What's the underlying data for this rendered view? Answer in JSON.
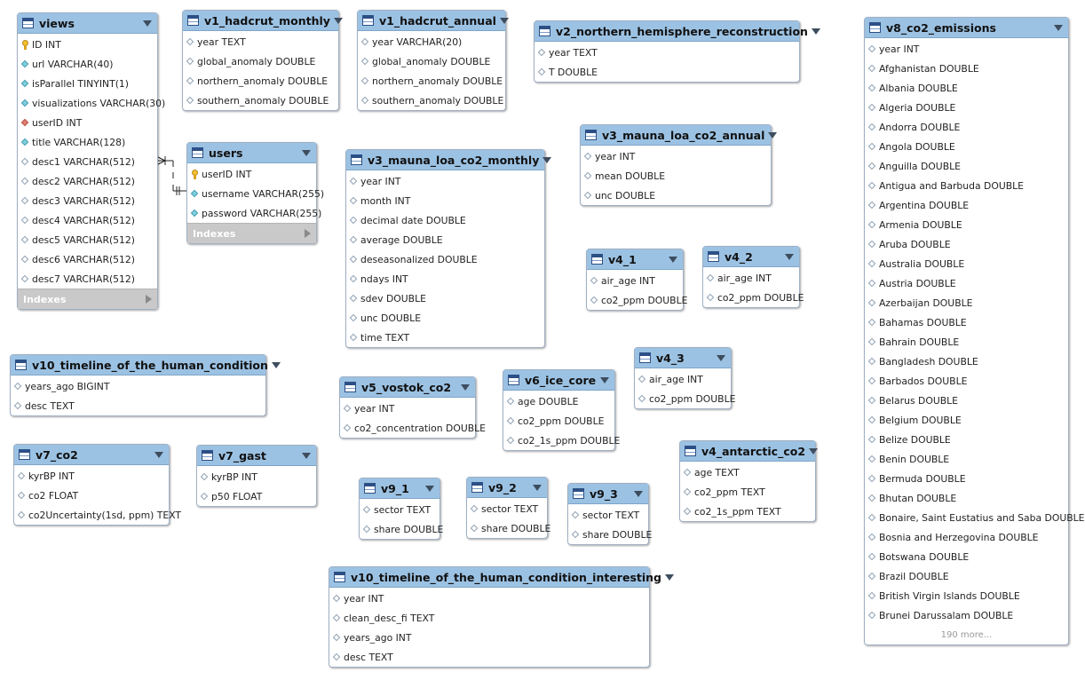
{
  "tables": [
    {
      "id": "views",
      "name": "views",
      "columns": [
        {
          "text": "ID INT",
          "icon": "primary-key"
        },
        {
          "text": "url VARCHAR(40)",
          "icon": "column-filled"
        },
        {
          "text": "isParallel TINYINT(1)",
          "icon": "column-filled"
        },
        {
          "text": "visualizations VARCHAR(30)",
          "icon": "column-filled"
        },
        {
          "text": "userID INT",
          "icon": "foreign-key"
        },
        {
          "text": "title VARCHAR(128)",
          "icon": "column-filled"
        },
        {
          "text": "desc1 VARCHAR(512)",
          "icon": "column"
        },
        {
          "text": "desc2 VARCHAR(512)",
          "icon": "column"
        },
        {
          "text": "desc3 VARCHAR(512)",
          "icon": "column"
        },
        {
          "text": "desc4 VARCHAR(512)",
          "icon": "column"
        },
        {
          "text": "desc5 VARCHAR(512)",
          "icon": "column"
        },
        {
          "text": "desc6 VARCHAR(512)",
          "icon": "column"
        },
        {
          "text": "desc7 VARCHAR(512)",
          "icon": "column"
        }
      ],
      "indexes": "Indexes"
    },
    {
      "id": "v1_hadcrut_monthly",
      "name": "v1_hadcrut_monthly",
      "columns": [
        {
          "text": "year TEXT",
          "icon": "column"
        },
        {
          "text": "global_anomaly DOUBLE",
          "icon": "column"
        },
        {
          "text": "northern_anomaly DOUBLE",
          "icon": "column"
        },
        {
          "text": "southern_anomaly DOUBLE",
          "icon": "column"
        }
      ]
    },
    {
      "id": "v1_hadcrut_annual",
      "name": "v1_hadcrut_annual",
      "columns": [
        {
          "text": "year VARCHAR(20)",
          "icon": "column"
        },
        {
          "text": "global_anomaly DOUBLE",
          "icon": "column"
        },
        {
          "text": "northern_anomaly DOUBLE",
          "icon": "column"
        },
        {
          "text": "southern_anomaly DOUBLE",
          "icon": "column"
        }
      ]
    },
    {
      "id": "v2_northern_hemisphere_reconstruction",
      "name": "v2_northern_hemisphere_reconstruction",
      "columns": [
        {
          "text": "year TEXT",
          "icon": "column"
        },
        {
          "text": "T DOUBLE",
          "icon": "column"
        }
      ]
    },
    {
      "id": "users",
      "name": "users",
      "columns": [
        {
          "text": "userID INT",
          "icon": "primary-key"
        },
        {
          "text": "username VARCHAR(255)",
          "icon": "column-filled"
        },
        {
          "text": "password VARCHAR(255)",
          "icon": "column-filled"
        }
      ],
      "indexes": "Indexes"
    },
    {
      "id": "v3_mauna_loa_co2_monthly",
      "name": "v3_mauna_loa_co2_monthly",
      "columns": [
        {
          "text": "year INT",
          "icon": "column"
        },
        {
          "text": "month INT",
          "icon": "column"
        },
        {
          "text": "decimal date DOUBLE",
          "icon": "column"
        },
        {
          "text": "average DOUBLE",
          "icon": "column"
        },
        {
          "text": "deseasonalized DOUBLE",
          "icon": "column"
        },
        {
          "text": "ndays INT",
          "icon": "column"
        },
        {
          "text": "sdev DOUBLE",
          "icon": "column"
        },
        {
          "text": "unc DOUBLE",
          "icon": "column"
        },
        {
          "text": "time TEXT",
          "icon": "column"
        }
      ]
    },
    {
      "id": "v3_mauna_loa_co2_annual",
      "name": "v3_mauna_loa_co2_annual",
      "columns": [
        {
          "text": "year INT",
          "icon": "column"
        },
        {
          "text": "mean DOUBLE",
          "icon": "column"
        },
        {
          "text": "unc DOUBLE",
          "icon": "column"
        }
      ]
    },
    {
      "id": "v4_1",
      "name": "v4_1",
      "columns": [
        {
          "text": "air_age INT",
          "icon": "column"
        },
        {
          "text": "co2_ppm DOUBLE",
          "icon": "column"
        }
      ]
    },
    {
      "id": "v4_2",
      "name": "v4_2",
      "columns": [
        {
          "text": "air_age INT",
          "icon": "column"
        },
        {
          "text": "co2_ppm DOUBLE",
          "icon": "column"
        }
      ]
    },
    {
      "id": "v4_3",
      "name": "v4_3",
      "columns": [
        {
          "text": "air_age INT",
          "icon": "column"
        },
        {
          "text": "co2_ppm DOUBLE",
          "icon": "column"
        }
      ]
    },
    {
      "id": "v10_timeline_of_the_human_condition",
      "name": "v10_timeline_of_the_human_condition",
      "columns": [
        {
          "text": "years_ago BIGINT",
          "icon": "column"
        },
        {
          "text": "desc TEXT",
          "icon": "column"
        }
      ]
    },
    {
      "id": "v5_vostok_co2",
      "name": "v5_vostok_co2",
      "columns": [
        {
          "text": "year INT",
          "icon": "column"
        },
        {
          "text": "co2_concentration DOUBLE",
          "icon": "column"
        }
      ]
    },
    {
      "id": "v6_ice_core",
      "name": "v6_ice_core",
      "columns": [
        {
          "text": "age DOUBLE",
          "icon": "column"
        },
        {
          "text": "co2_ppm DOUBLE",
          "icon": "column"
        },
        {
          "text": "co2_1s_ppm DOUBLE",
          "icon": "column"
        }
      ]
    },
    {
      "id": "v4_antarctic_co2",
      "name": "v4_antarctic_co2",
      "columns": [
        {
          "text": "age TEXT",
          "icon": "column"
        },
        {
          "text": "co2_ppm TEXT",
          "icon": "column"
        },
        {
          "text": "co2_1s_ppm TEXT",
          "icon": "column"
        }
      ]
    },
    {
      "id": "v7_co2",
      "name": "v7_co2",
      "columns": [
        {
          "text": "kyrBP INT",
          "icon": "column"
        },
        {
          "text": "co2 FLOAT",
          "icon": "column"
        },
        {
          "text": "co2Uncertainty(1sd, ppm) TEXT",
          "icon": "column"
        }
      ]
    },
    {
      "id": "v7_gast",
      "name": "v7_gast",
      "columns": [
        {
          "text": "kyrBP INT",
          "icon": "column"
        },
        {
          "text": "p50 FLOAT",
          "icon": "column"
        }
      ]
    },
    {
      "id": "v9_1",
      "name": "v9_1",
      "columns": [
        {
          "text": "sector TEXT",
          "icon": "column"
        },
        {
          "text": "share DOUBLE",
          "icon": "column"
        }
      ]
    },
    {
      "id": "v9_2",
      "name": "v9_2",
      "columns": [
        {
          "text": "sector TEXT",
          "icon": "column"
        },
        {
          "text": "share DOUBLE",
          "icon": "column"
        }
      ]
    },
    {
      "id": "v9_3",
      "name": "v9_3",
      "columns": [
        {
          "text": "sector TEXT",
          "icon": "column"
        },
        {
          "text": "share DOUBLE",
          "icon": "column"
        }
      ]
    },
    {
      "id": "v10_timeline_of_the_human_condition_interesting",
      "name": "v10_timeline_of_the_human_condition_interesting",
      "columns": [
        {
          "text": "year INT",
          "icon": "column"
        },
        {
          "text": "clean_desc_fi TEXT",
          "icon": "column"
        },
        {
          "text": "years_ago INT",
          "icon": "column"
        },
        {
          "text": "desc TEXT",
          "icon": "column"
        }
      ]
    },
    {
      "id": "v8_co2_emissions",
      "name": "v8_co2_emissions",
      "columns": [
        {
          "text": "year INT",
          "icon": "column"
        },
        {
          "text": "Afghanistan DOUBLE",
          "icon": "column"
        },
        {
          "text": "Albania DOUBLE",
          "icon": "column"
        },
        {
          "text": "Algeria DOUBLE",
          "icon": "column"
        },
        {
          "text": "Andorra DOUBLE",
          "icon": "column"
        },
        {
          "text": "Angola DOUBLE",
          "icon": "column"
        },
        {
          "text": "Anguilla DOUBLE",
          "icon": "column"
        },
        {
          "text": "Antigua and Barbuda DOUBLE",
          "icon": "column"
        },
        {
          "text": "Argentina DOUBLE",
          "icon": "column"
        },
        {
          "text": "Armenia DOUBLE",
          "icon": "column"
        },
        {
          "text": "Aruba DOUBLE",
          "icon": "column"
        },
        {
          "text": "Australia DOUBLE",
          "icon": "column"
        },
        {
          "text": "Austria DOUBLE",
          "icon": "column"
        },
        {
          "text": "Azerbaijan DOUBLE",
          "icon": "column"
        },
        {
          "text": "Bahamas DOUBLE",
          "icon": "column"
        },
        {
          "text": "Bahrain DOUBLE",
          "icon": "column"
        },
        {
          "text": "Bangladesh DOUBLE",
          "icon": "column"
        },
        {
          "text": "Barbados DOUBLE",
          "icon": "column"
        },
        {
          "text": "Belarus DOUBLE",
          "icon": "column"
        },
        {
          "text": "Belgium DOUBLE",
          "icon": "column"
        },
        {
          "text": "Belize DOUBLE",
          "icon": "column"
        },
        {
          "text": "Benin DOUBLE",
          "icon": "column"
        },
        {
          "text": "Bermuda DOUBLE",
          "icon": "column"
        },
        {
          "text": "Bhutan DOUBLE",
          "icon": "column"
        },
        {
          "text": "Bonaire, Saint Eustatius and Saba DOUBLE",
          "icon": "column"
        },
        {
          "text": "Bosnia and Herzegovina DOUBLE",
          "icon": "column"
        },
        {
          "text": "Botswana DOUBLE",
          "icon": "column"
        },
        {
          "text": "Brazil DOUBLE",
          "icon": "column"
        },
        {
          "text": "British Virgin Islands DOUBLE",
          "icon": "column"
        },
        {
          "text": "Brunei Darussalam DOUBLE",
          "icon": "column"
        }
      ],
      "more": "190 more..."
    }
  ],
  "relationship": {
    "from": "users",
    "to": "views",
    "notation": "crows-foot"
  },
  "colors": {
    "header": "#9cc2e3",
    "key": "#f2c12e",
    "foreign_key": "#e07f6f",
    "column_filled": "#7fd0de"
  }
}
